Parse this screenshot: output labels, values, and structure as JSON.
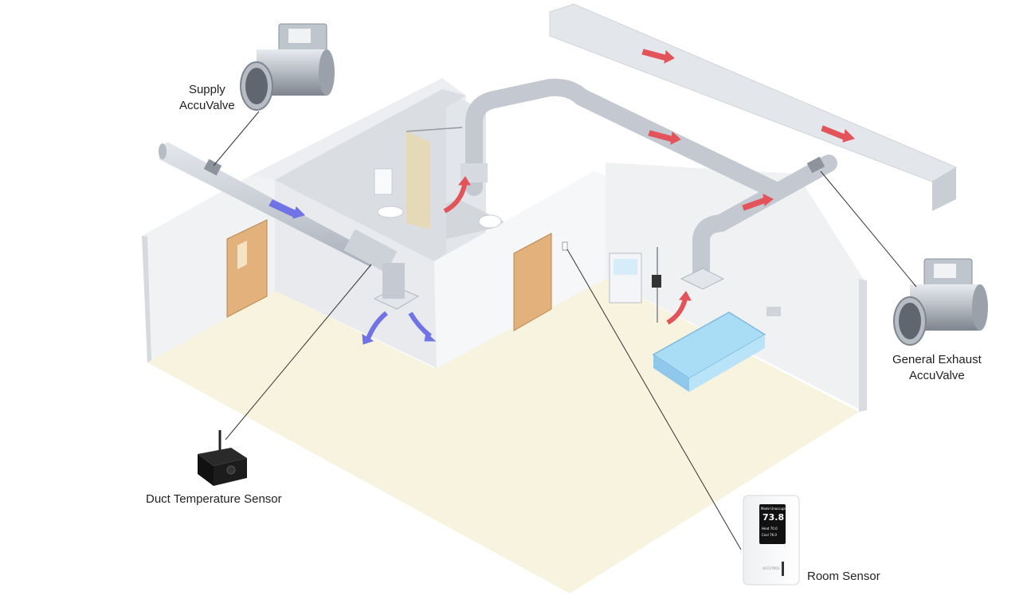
{
  "labels": {
    "supply_line1": "Supply",
    "supply_line2": "AccuValve",
    "exhaust_line1": "General Exhaust",
    "exhaust_line2": "AccuValve",
    "duct_sensor": "Duct Temperature Sensor",
    "room_sensor": "Room Sensor"
  },
  "room_sensor_display": {
    "mode_text": "Mode Unoccupied",
    "temperature": "73.8",
    "heat_text": "Heat 70.0",
    "cool_text": "Cool 76.0",
    "brand": "ACCUTROL"
  },
  "colors": {
    "floor": "#f7f3de",
    "wall": "#f1f2f4",
    "wall_shade": "#dfe2e7",
    "duct": "#c9ced6",
    "duct_dark": "#aab1bb",
    "supply_arrow": "#6f73e6",
    "exhaust_arrow": "#e2545a",
    "door": "#e3b27c",
    "bed": "#a9dcf5",
    "leader": "#333333"
  }
}
